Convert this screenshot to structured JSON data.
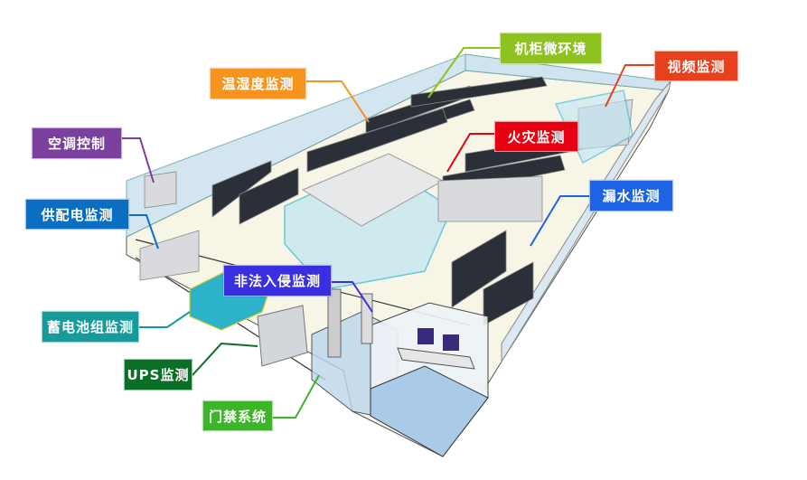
{
  "title": "数据中心机房监控系统示意图",
  "labels": {
    "rack_env": {
      "text": "机柜微环境",
      "color": "#8dc21f"
    },
    "video": {
      "text": "视频监测",
      "color": "#e8401c"
    },
    "temp_humidity": {
      "text": "温湿度监测",
      "color": "#f7941d"
    },
    "fire": {
      "text": "火灾监测",
      "color": "#e60012"
    },
    "ac_control": {
      "text": "空调控制",
      "color": "#7b3f9e"
    },
    "water_leak": {
      "text": "漏水监测",
      "color": "#1e63e6"
    },
    "power": {
      "text": "供配电监测",
      "color": "#0a6fc2"
    },
    "intrusion": {
      "text": "非法入侵监测",
      "color": "#3a2fe0"
    },
    "battery": {
      "text": "蓄电池组监测",
      "color": "#169a9b"
    },
    "ups": {
      "text": "UPS监测",
      "color": "#0b6e26"
    },
    "access": {
      "text": "门禁系统",
      "color": "#3cb528"
    }
  }
}
